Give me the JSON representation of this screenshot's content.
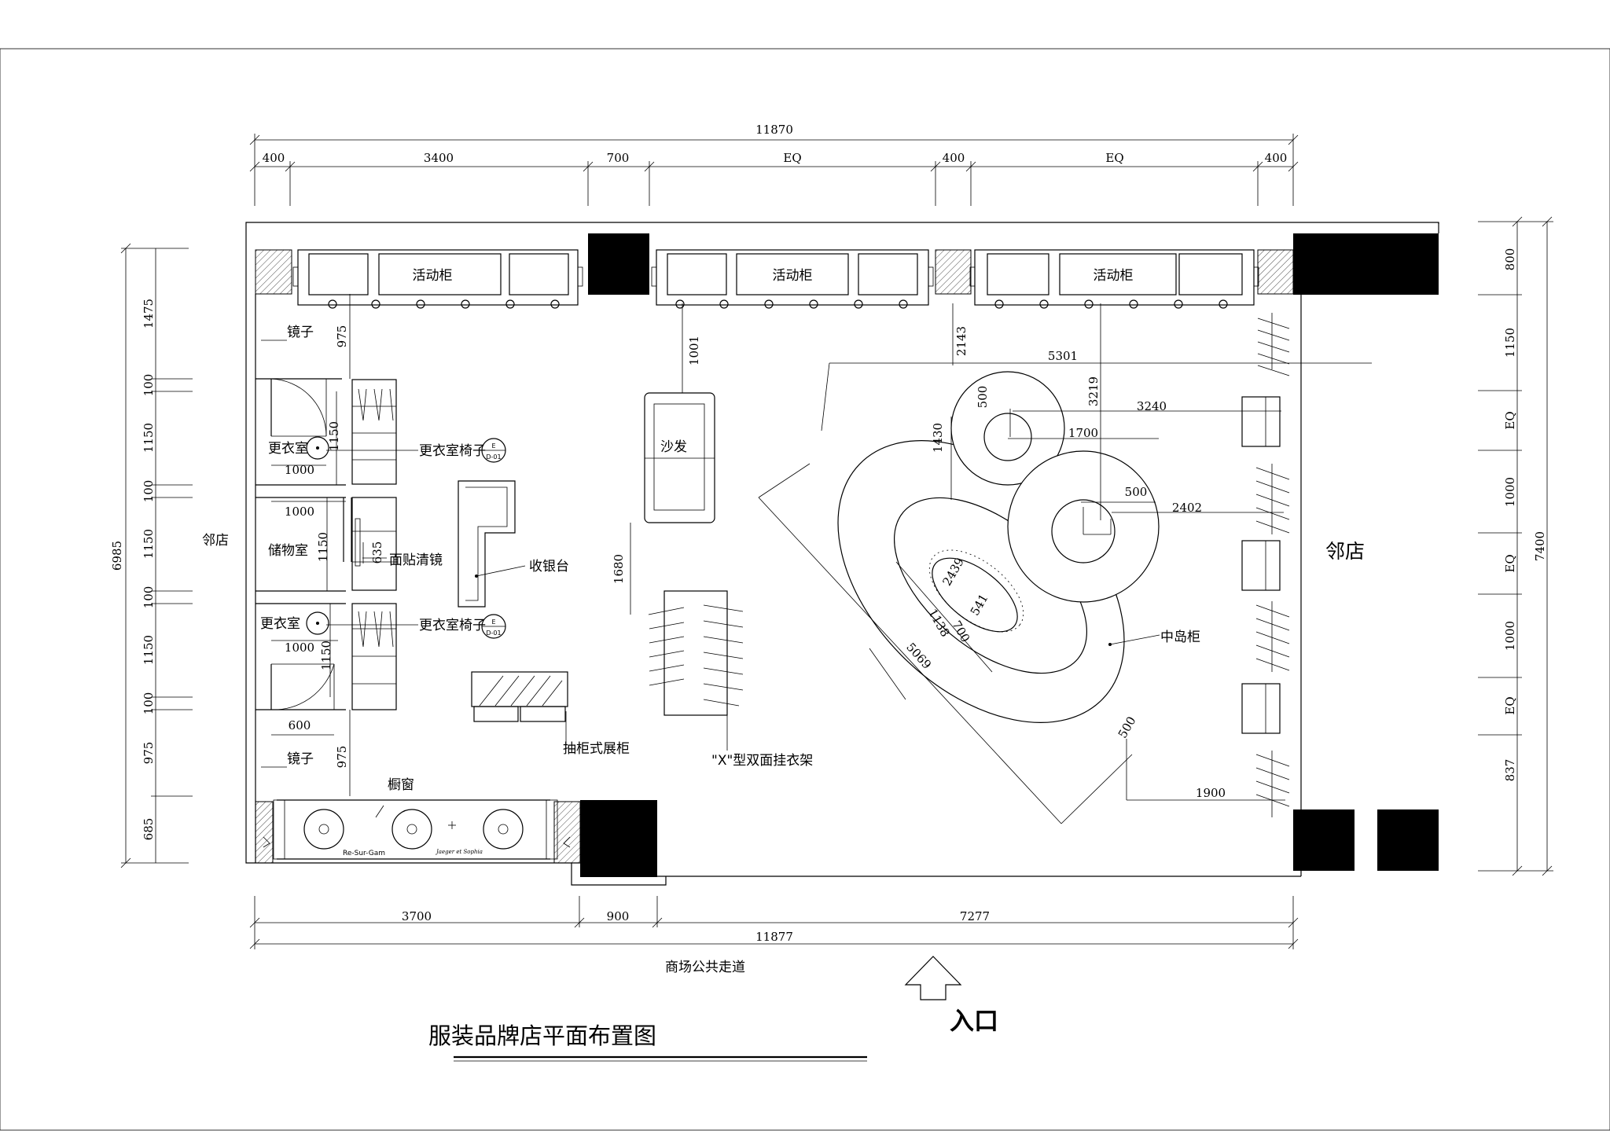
{
  "title": "服装品牌店平面布置图",
  "entrance": "入口",
  "corridor": "商场公共走道",
  "neighbor_left": "邻店",
  "neighbor_right": "邻店",
  "labels": {
    "cabinet_1": "活动柜",
    "cabinet_2": "活动柜",
    "cabinet_3": "活动柜",
    "mirror_top": "镜子",
    "mirror_bottom": "镜子",
    "fitting_room_1": "更衣室",
    "fitting_room_2": "更衣室",
    "storage": "储物室",
    "fitting_chair_1": "更衣室椅子",
    "fitting_chair_2": "更衣室椅子",
    "wall_mirror": "面贴清镜",
    "cashier": "收银台",
    "sofa": "沙发",
    "drawer_display": "抽柜式展柜",
    "x_rack": "\"X\"型双面挂衣架",
    "island": "中岛柜",
    "window": "橱窗",
    "brand_1": "Re-Sur-Gam",
    "brand_2": "Jaeger et Sophia",
    "tag_letter_1": "E",
    "tag_code_1": "D-01",
    "tag_letter_2": "E",
    "tag_code_2": "D-01"
  },
  "dims_top": {
    "total": "11870",
    "s1": "400",
    "s2": "3400",
    "s3": "700",
    "s4": "EQ",
    "s5": "400",
    "s6": "EQ",
    "s7": "400"
  },
  "dims_bottom": {
    "s1": "3700",
    "s2": "900",
    "s3": "7277",
    "total": "11877"
  },
  "dims_left": {
    "total": "6985",
    "s1": "1475",
    "s2": "100",
    "s3": "1150",
    "s4": "100",
    "s5": "1150",
    "s6": "100",
    "s7": "1150",
    "s8": "100",
    "s9": "975",
    "s10": "685"
  },
  "dims_right": {
    "total": "7400",
    "s1": "800",
    "s2": "1150",
    "s3": "EQ",
    "s4": "1000",
    "s5": "EQ",
    "s6": "1000",
    "s7": "EQ",
    "s8": "837"
  },
  "dims_inner": {
    "d975a": "975",
    "d1150a": "1150",
    "d1000a": "1000",
    "d1000b": "1000",
    "d1150b": "1150",
    "d635": "635",
    "d1000c": "1000",
    "d1150c": "1150",
    "d600": "600",
    "d975b": "975",
    "d1001": "1001",
    "d1680": "1680",
    "d2143": "2143",
    "d5301": "5301",
    "d3219": "3219",
    "d500a": "500",
    "d3240": "3240",
    "d1430": "1430",
    "d1700": "1700",
    "d500b": "500",
    "d2402": "2402",
    "d2439": "2439",
    "d541": "541",
    "d1138": "1138",
    "d700": "700",
    "d5069": "5069",
    "d500c": "500",
    "d1900": "1900"
  }
}
